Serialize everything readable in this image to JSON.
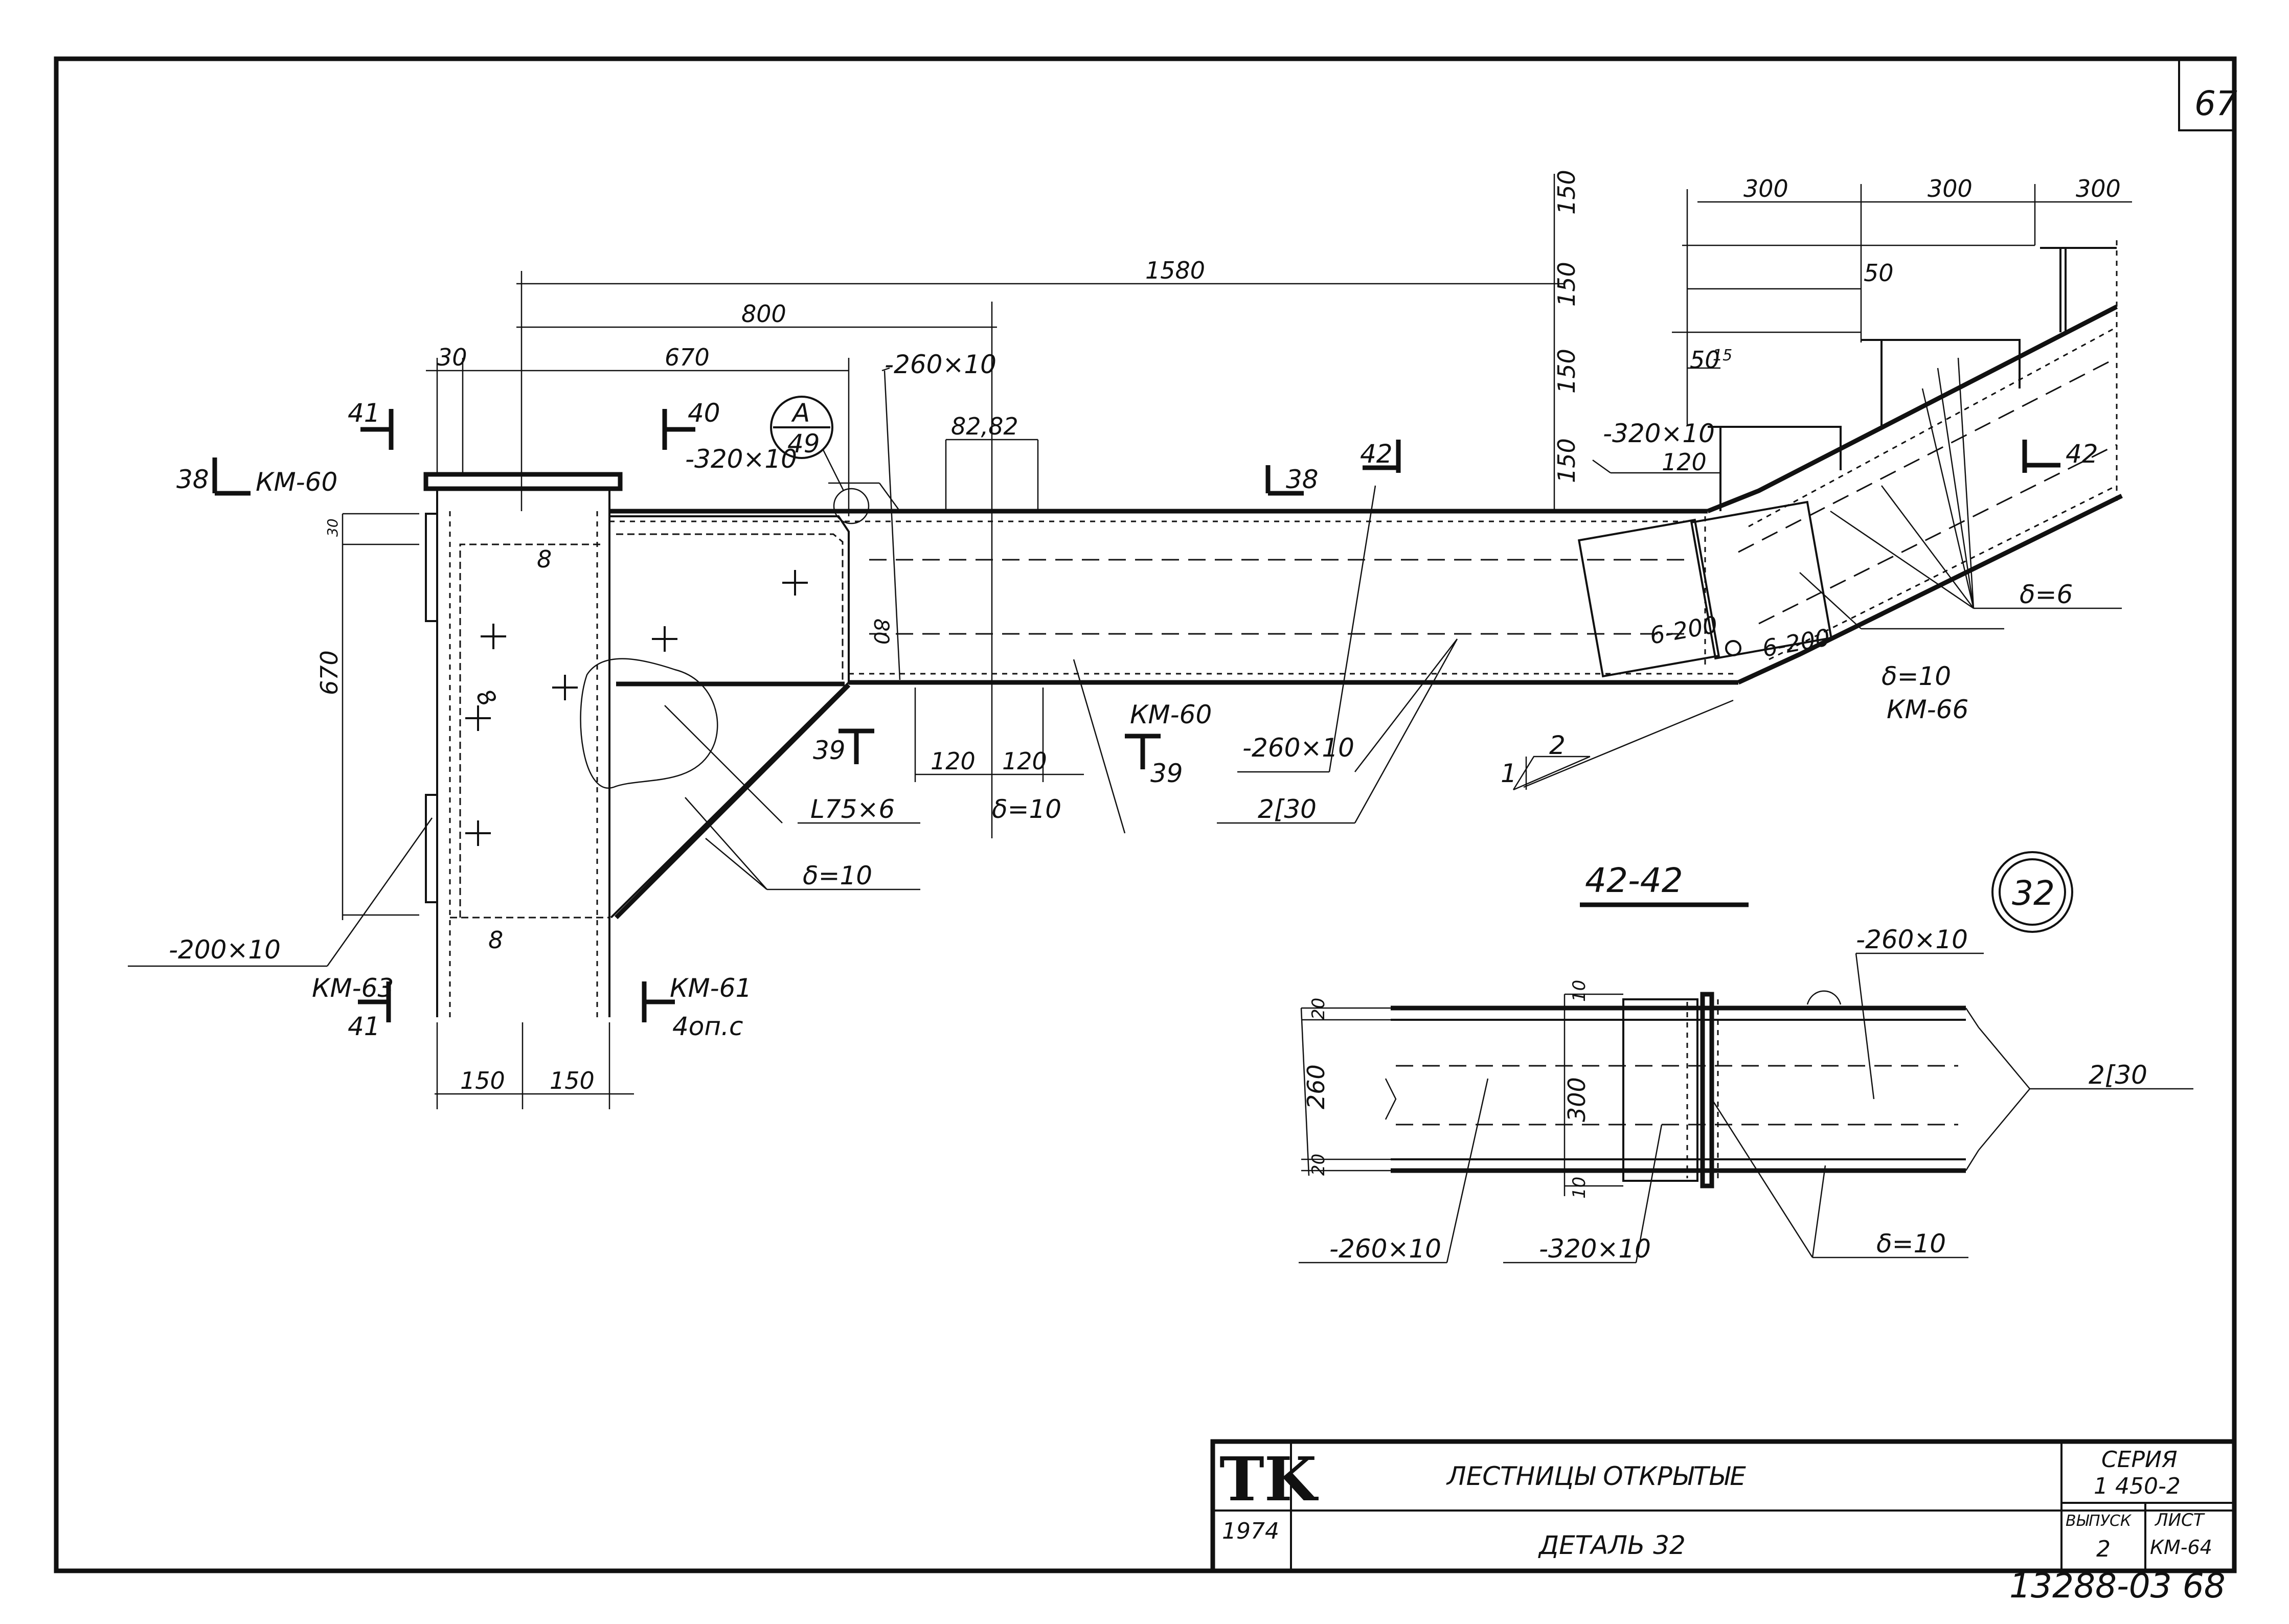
{
  "sheet_number": "67",
  "stamp_number": "13288-03 68",
  "title_block": {
    "logo": "TK",
    "year": "1974",
    "title_1": "ЛЕСТНИЦЫ ОТКРЫТЫЕ",
    "title_2": "ДЕТАЛЬ 32",
    "series_label": "СЕРИЯ",
    "series_value": "1 450-2",
    "issue_label": "ВЫПУСК",
    "issue_value": "2",
    "sheet_label": "ЛИСТ",
    "sheet_value": "КМ-64"
  },
  "main_view": {
    "dimensions": {
      "d1580": "1580",
      "d800": "800",
      "d670": "670",
      "d30": "30",
      "d670v": "670",
      "d30v": "30",
      "d150a": "150",
      "d150b": "150",
      "d300a": "300",
      "d300b": "300",
      "d300c": "300",
      "d150v1": "150",
      "d150v2": "150",
      "d150v3": "150",
      "d150v4": "150",
      "d50a": "50",
      "d50b": "50",
      "d15": "15",
      "d8282": "82,82",
      "d120a": "120",
      "d120b": "120",
      "d120c": "120",
      "d80": "80",
      "d8a": "8",
      "d8b": "8",
      "d8c": "8"
    },
    "labels": {
      "plate_260_top": "-260×10",
      "plate_320_left": "-320×10",
      "plate_320_right": "-320×10",
      "plate_260_bottom": "-260×10",
      "plate_200": "-200×10",
      "channel": "2[30",
      "angle": "L75×6",
      "delta10_a": "δ=10",
      "delta10_b": "δ=10",
      "delta10_c": "δ=10",
      "delta6": "δ=6",
      "km66": "КМ-66",
      "km60_a": "КМ-60",
      "km60_b": "КМ-60",
      "km63": "КМ-63",
      "km61": "КМ-61",
      "plate_6_200_a": "6-200",
      "plate_6_200_b": "6-200",
      "slope_1": "1",
      "slope_2": "2"
    },
    "section_marks": {
      "s41_top": "41",
      "s41_bot": "41",
      "s40": "40",
      "s40_bot": "4оп.с",
      "s38_left": "38",
      "s38_mid": "38",
      "s39_a": "39",
      "s39_b": "39",
      "s42_a": "42",
      "s42_b": "42"
    },
    "callout_top": "А",
    "callout_bottom": "49"
  },
  "section_view": {
    "title": "42-42",
    "detail_number": "32",
    "dimensions": {
      "d20a": "20",
      "d260": "260",
      "d20b": "20",
      "d10a": "10",
      "d300": "300",
      "d10b": "10"
    },
    "labels": {
      "plate_260_top": "-260×10",
      "channel": "2[30",
      "plate_260_bottom": "-260×10",
      "plate_320": "-320×10",
      "delta10": "δ=10"
    }
  }
}
